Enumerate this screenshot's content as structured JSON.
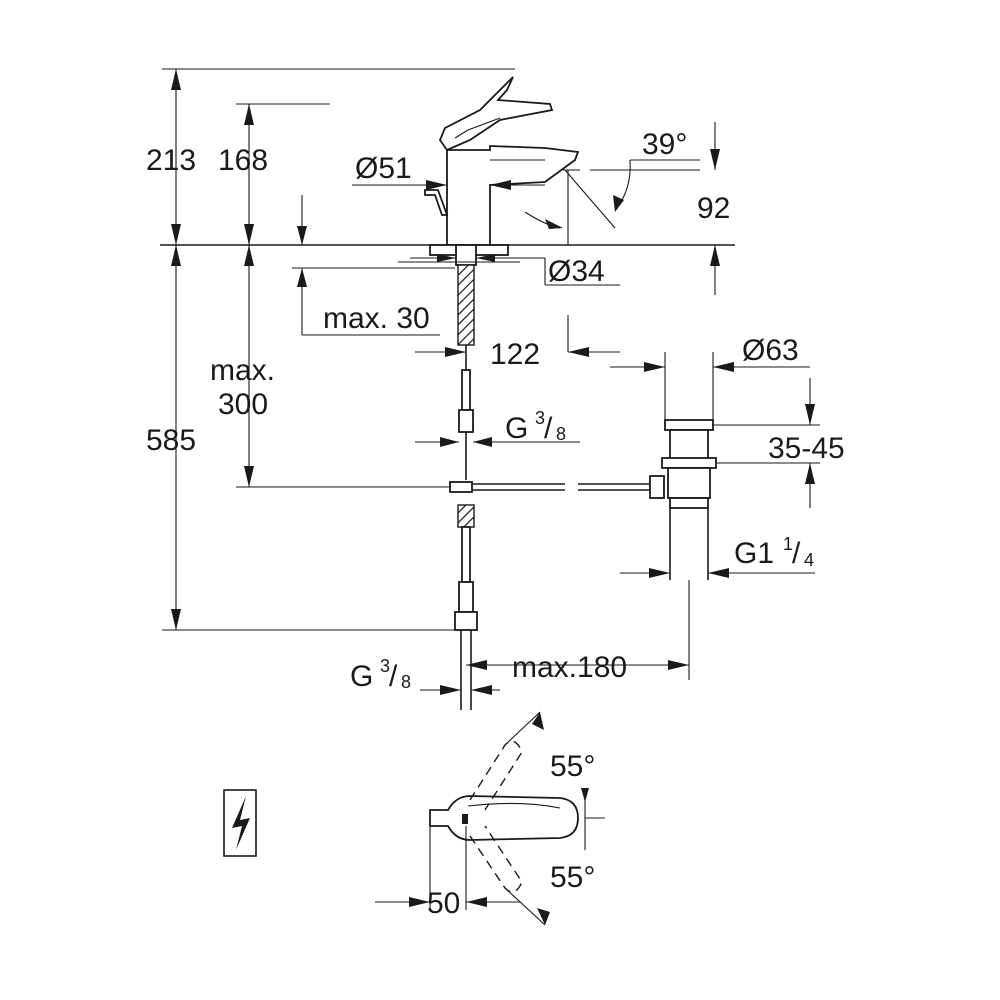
{
  "dimensions": {
    "total_height": "213",
    "spout_height": "168",
    "body_diameter": "Ø51",
    "spout_angle": "39°",
    "spout_outlet_height": "92",
    "hole_diameter": "Ø34",
    "max_thickness": "max. 30",
    "spout_reach": "122",
    "waste_diameter": "Ø63",
    "max_label": "max.",
    "max_value": "300",
    "waste_range": "35-45",
    "overall_height": "585",
    "connection_top_g": "G",
    "connection_top_frac_num": "3",
    "connection_top_frac_den": "8",
    "waste_thread": "G1",
    "waste_frac_num": "1",
    "waste_frac_den": "4",
    "connection_bottom_g": "G",
    "connection_bottom_frac_num": "3",
    "connection_bottom_frac_den": "8",
    "max_distance": "max.180",
    "lever_angle_top": "55°",
    "lever_angle_bottom": "55°",
    "lever_offset": "50"
  },
  "icons": {
    "symbol": "electric-lightning-icon"
  }
}
